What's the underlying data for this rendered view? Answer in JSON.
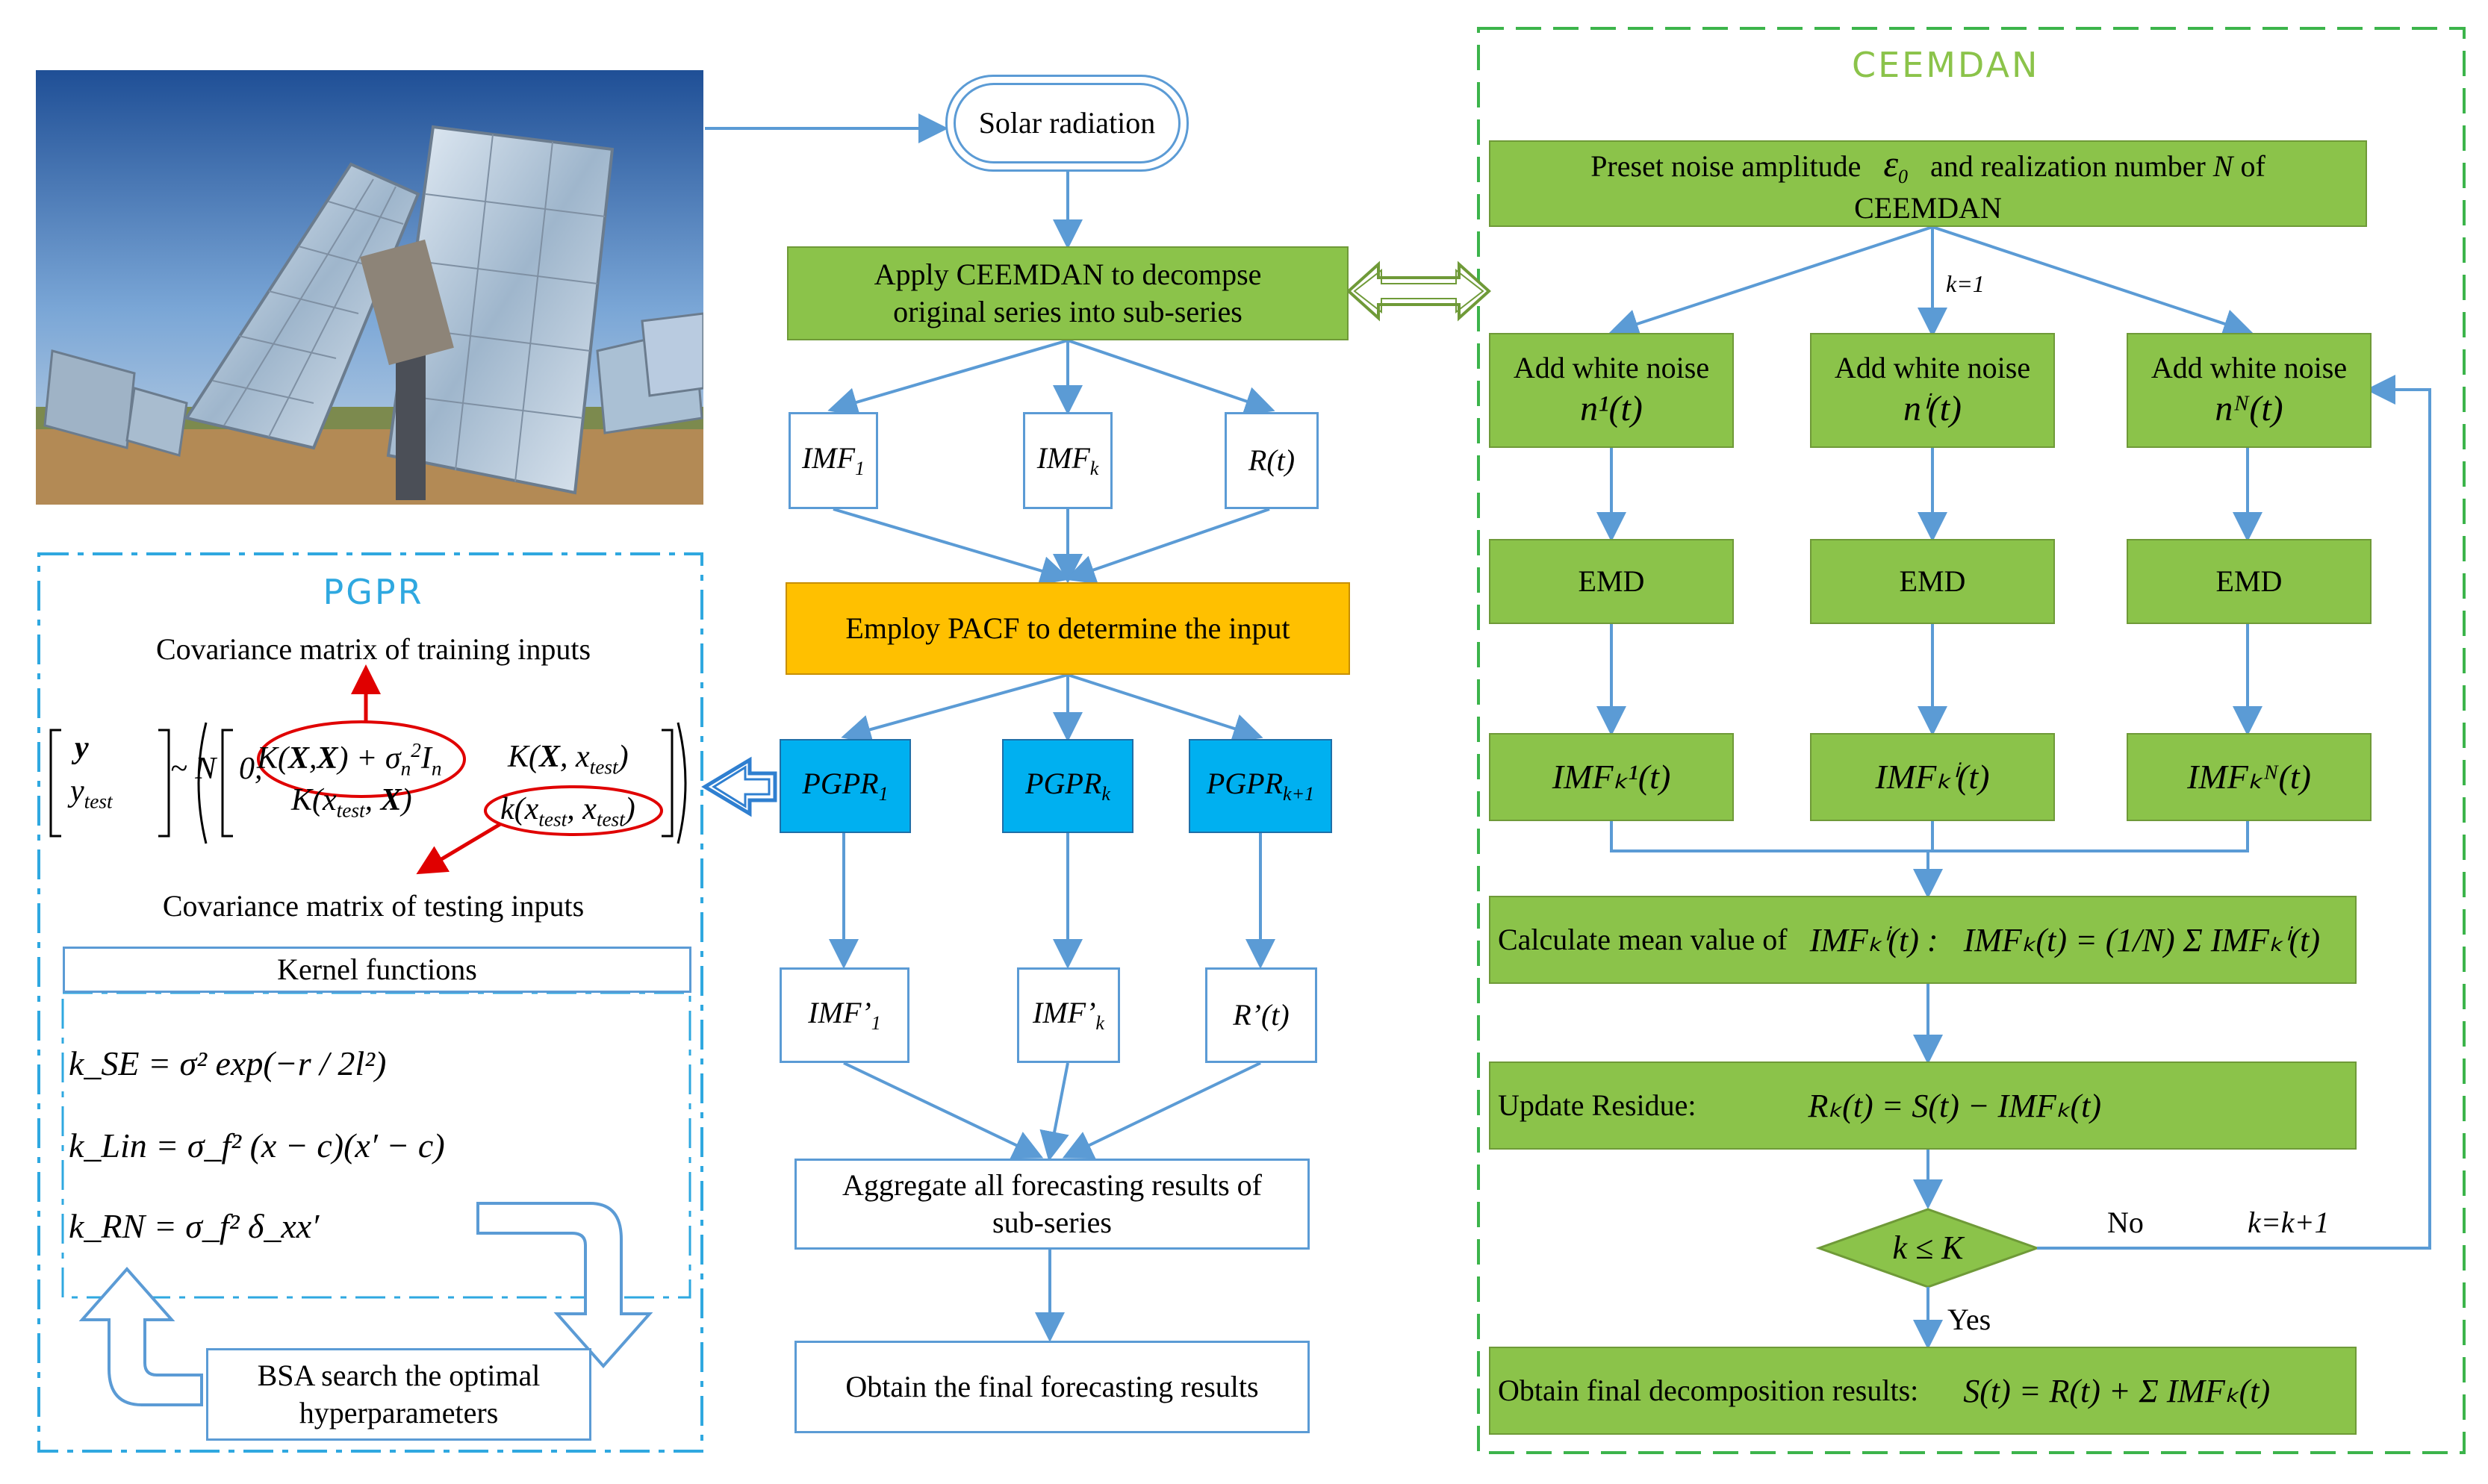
{
  "center": {
    "solar": "Solar radiation",
    "apply_line1": "Apply CEEMDAN to decompse",
    "apply_line2": "original series into sub-series",
    "imf1": "IMF",
    "imf1_sub": "1",
    "imfk": "IMF",
    "imfk_sub": "k",
    "rt": "R(t)",
    "pacf": "Employ PACF to determine the input",
    "pgpr1": "PGPR",
    "pgpr1_sub": "1",
    "pgprk": "PGPR",
    "pgprk_sub": "k",
    "pgprk1": "PGPR",
    "pgprk1_sub": "k+1",
    "imfp1": "IMF’",
    "imfp1_sub": "1",
    "imfpk": "IMF’",
    "imfpk_sub": "k",
    "rpt": "R’(t)",
    "aggregate_line1": "Aggregate all forecasting results of",
    "aggregate_line2": "sub-series",
    "final": "Obtain the final forecasting results"
  },
  "ceemdan": {
    "title": "CEEMDAN",
    "preset_a": "Preset noise amplitude",
    "preset_eps": "ε",
    "preset_eps_sub": "0",
    "preset_b": "and realization number",
    "preset_N": "N",
    "preset_c": "of",
    "preset_line2": "CEEMDAN",
    "k1": "k=1",
    "add_noise": "Add white noise",
    "noise1": "n¹(t)",
    "noisei": "nⁱ(t)",
    "noiseN": "nᴺ(t)",
    "emd": "EMD",
    "imf_k1": "IMFₖ¹(t)",
    "imf_ki": "IMFₖⁱ(t)",
    "imf_kN": "IMFₖᴺ(t)",
    "mean_label": "Calculate mean value of",
    "mean_formula_a": "IMFₖⁱ(t) :",
    "mean_formula_b": "IMFₖ(t) = (1/N) Σ IMFₖⁱ(t)",
    "update_label": "Update Residue:",
    "update_formula": "Rₖ(t) = S(t) − IMFₖ(t)",
    "decision": "k ≤ K",
    "no": "No",
    "kk1": "k=k+1",
    "yes": "Yes",
    "final_label": "Obtain final decomposition results:",
    "final_formula": "S(t) = R(t) + Σ IMFₖ(t)"
  },
  "pgpr": {
    "title": "PGPR",
    "cov_train": "Covariance matrix of training inputs",
    "cov_test": "Covariance matrix of testing inputs",
    "kernel_title": "Kernel functions",
    "k_se": "k_SE = σ² exp(−r / 2l²)",
    "k_lin": "k_Lin = σ_f² (x − c)(x′ − c)",
    "k_rn": "k_RN = σ_f² δ_xx′",
    "bsa_line1": "BSA search the optimal",
    "bsa_line2": "hyperparameters"
  },
  "colors": {
    "green_fill": "#8bc34a",
    "blue_fill": "#00b0f0",
    "orange_fill": "#ffc000",
    "arrow": "#5b9bd5",
    "red": "#e00000",
    "ceemdan_border": "#3cb44b",
    "pgpr_border": "#2fa8e0"
  }
}
